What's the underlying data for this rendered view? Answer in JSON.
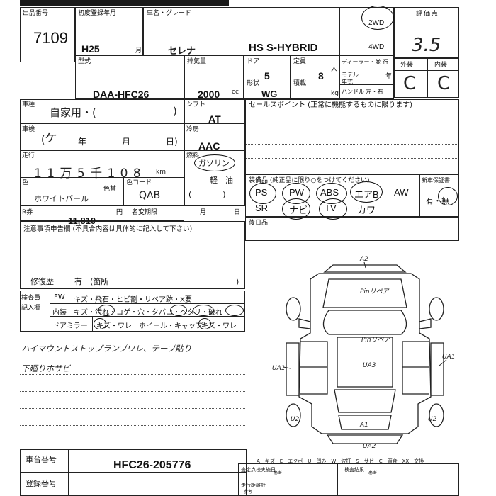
{
  "header": {
    "lot_label": "出品番号",
    "lot_number": "7109",
    "first_reg_label": "初度登録年月",
    "year": "H25",
    "month_unit": "月",
    "model_label": "車名・グレード",
    "model_name": "セレナ",
    "grade": "HS S-HYBRID",
    "drive_2wd": "2WD",
    "drive_4wd": "4WD",
    "score_label": "評価点",
    "score": "3.5",
    "exterior_label": "外装",
    "interior_label": "内装",
    "exterior_grade": "C",
    "interior_grade": "C"
  },
  "specs": {
    "type_label": "型式",
    "model_code": "DAA-HFC26",
    "displacement_label": "排気量",
    "displacement": "2000",
    "cc_unit": "cc",
    "doors_label": "ドア",
    "doors": "5",
    "shape_label": "形状",
    "body_type": "WG",
    "capacity_label": "定員",
    "capacity": "8",
    "capacity_unit": "人",
    "load_label": "積載",
    "load_unit": "kg",
    "dealer_label": "ディーラー・並 行",
    "model_year_label": "モデル年式",
    "year_unit": "年",
    "handle_label": "ハンドル 左・右"
  },
  "registration": {
    "use_label": "車種",
    "use_value": "自家用・(",
    "use_close": ")",
    "shift_label": "シフト",
    "shift": "AT",
    "inspection_label": "車検",
    "inspection_year": "年",
    "inspection_month": "月",
    "inspection_day": "日)",
    "inspection_open": "(",
    "ac_label": "冷房",
    "ac": "AAC",
    "fuel_label": "燃料",
    "fuel": "ガソリン",
    "fuel_alt": "軽　油",
    "fuel_paren": "(　　　　)",
    "mileage_label": "走行",
    "mileage_digits": "1 1 万 5 千 1 0 8",
    "mileage_unit": "km",
    "color_label": "色",
    "color": "ホワイトパール",
    "color_change_label": "色替",
    "color_code_label": "色コード",
    "color_code": "QAB",
    "recycle_label": "R券",
    "recycle_amount": "11,810",
    "yen": "円",
    "name_change_label": "名変期限",
    "name_change_month": "月",
    "name_change_day": "日"
  },
  "sales_point": {
    "label": "セールスポイント (正常に機能するものに限ります)"
  },
  "equipment": {
    "label": "装備品 (純正品に限り○をつけてください)",
    "new_warranty_label": "新車保証書",
    "row1": [
      "PS",
      "PW",
      "ABS",
      "エアB",
      "AW"
    ],
    "row2": [
      "SR",
      "ナビ",
      "TV",
      "カワ"
    ],
    "warranty_options": "有・無",
    "aftermarket_label": "後日品"
  },
  "notes": {
    "label": "注意事項申告欄 (不具合内容は具体的に記入して下さい)",
    "repair_history": "修復歴",
    "repair_value": "有",
    "repair_place": "(箇所",
    "repair_close": ")"
  },
  "inspector": {
    "label_top": "検査員",
    "label_bottom": "記入欄",
    "fw_label": "FW",
    "fw_items": "キズ・飛石・ヒビ割・リペア跡・X要",
    "interior_label": "内装",
    "interior_items": "キズ・汚れ・コゲ・穴・タバコ・ヘタリ・破れ",
    "mirror_label": "ドアミラー",
    "mirror_items": "キズ・ワレ",
    "wheel_label": "ホイール・キャップ",
    "wheel_items": "キズ・ワレ"
  },
  "handwritten": {
    "line1": "ハイマウントストップランプワレ、テープ貼り",
    "line2": "下廻りホサビ",
    "diagram_marks": [
      "A2",
      "Pinリペア",
      "Pinリペア",
      "UA1",
      "UA3",
      "UA1",
      "A1",
      "UA2",
      "U2",
      "U2"
    ]
  },
  "legend": {
    "text": "A－キズ　E－エクボ　U－凹み　W－波打　S－サビ　C－腐食　XX－交換"
  },
  "footer": {
    "chassis_label": "車台番号",
    "chassis_number": "HFC26-205776",
    "plate_label": "登録番号",
    "inspection_date_label": "査定点検実施日",
    "inspection_result_label": "検査結果",
    "ref": "参考",
    "mileage_meter_label": "走行距離計"
  }
}
